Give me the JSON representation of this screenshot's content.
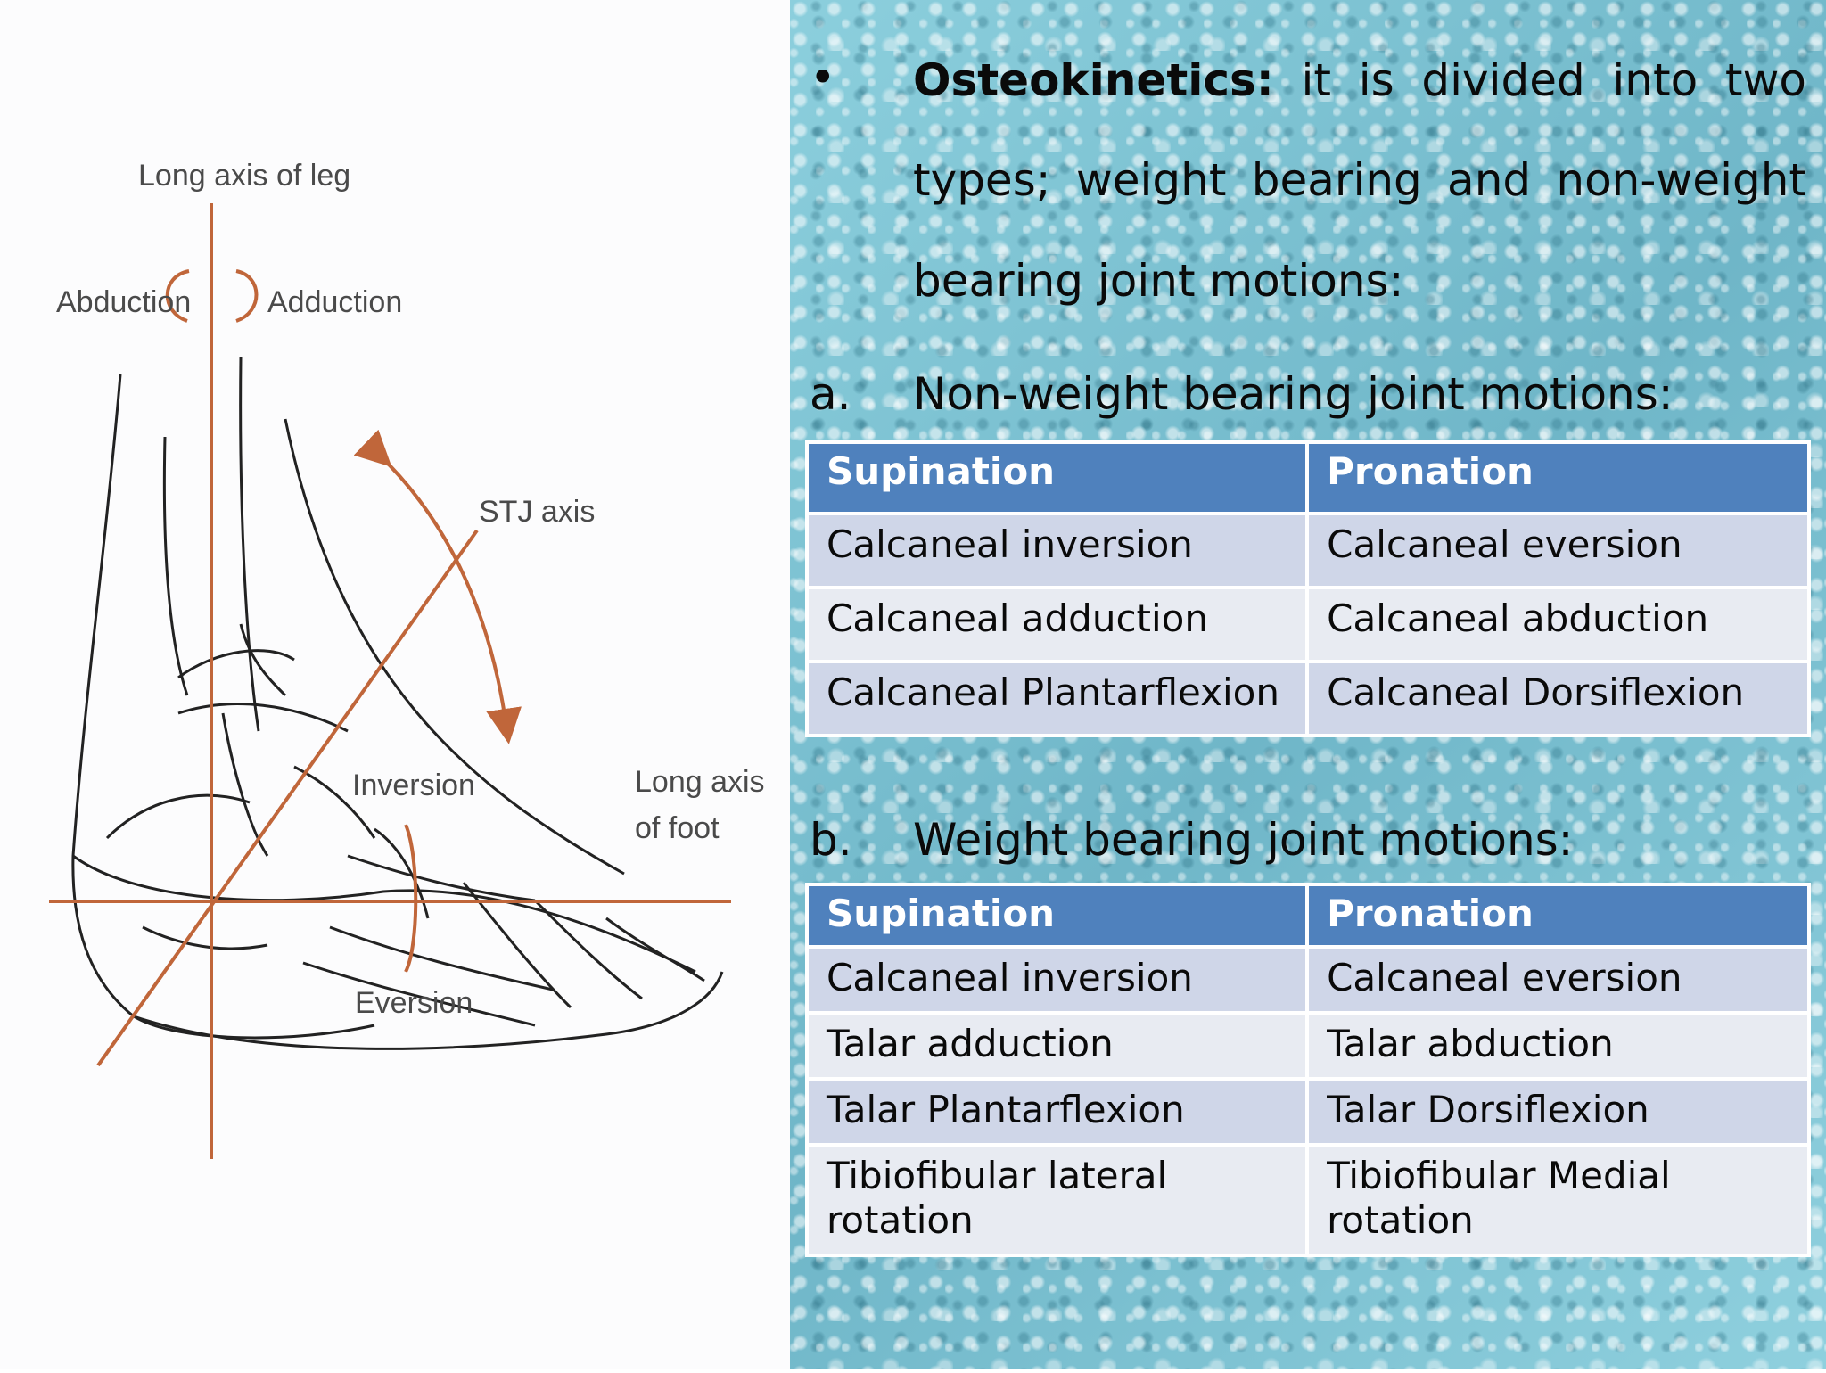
{
  "diagram": {
    "labels": {
      "long_axis_leg": "Long axis of leg",
      "abduction": "Abduction",
      "adduction": "Adduction",
      "stj_axis": "STJ axis",
      "inversion": "Inversion",
      "long_axis_foot_1": "Long axis",
      "long_axis_foot_2": "of foot",
      "eversion": "Eversion"
    },
    "colors": {
      "axis": "#c0663a",
      "bone_lines": "#222222"
    }
  },
  "intro": {
    "bullet": "•",
    "term": "Osteokinetics:",
    "line1": "it is divided into two",
    "line2": "types; weight bearing and non-weight",
    "line3": "bearing joint motions:"
  },
  "section_a": {
    "marker": "a.",
    "title": "Non-weight bearing joint motions:",
    "headers": [
      "Supination",
      "Pronation"
    ],
    "rows": [
      [
        "Calcaneal inversion",
        "Calcaneal eversion"
      ],
      [
        "Calcaneal adduction",
        "Calcaneal abduction"
      ],
      [
        "Calcaneal Plantarflexion",
        "Calcaneal Dorsiflexion"
      ]
    ]
  },
  "section_b": {
    "marker": "b.",
    "title": "Weight bearing joint motions:",
    "headers": [
      "Supination",
      "Pronation"
    ],
    "rows": [
      [
        "Calcaneal inversion",
        "Calcaneal eversion"
      ],
      [
        "Talar adduction",
        "Talar abduction"
      ],
      [
        "Talar Plantarflexion",
        "Talar Dorsiflexion"
      ],
      [
        "Tibiofibular lateral rotation",
        "Tibiofibular Medial rotation"
      ]
    ]
  },
  "colors": {
    "header_bg": "#4f81bd",
    "row_odd_bg": "#cfd6e8",
    "row_even_bg": "#e8ebf2",
    "background": "#7fc3d2"
  }
}
